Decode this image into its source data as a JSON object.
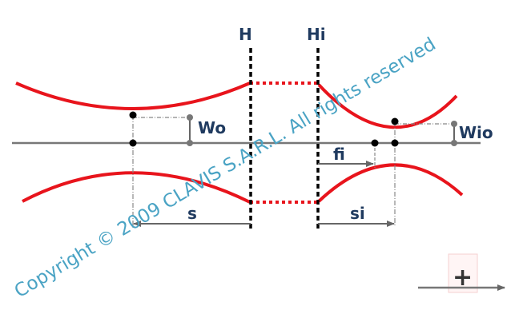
{
  "labels": {
    "H": "H",
    "Hi": "Hi",
    "Wo": "Wo",
    "Wio": "Wio",
    "fi": "fi",
    "s": "s",
    "si": "si",
    "plus": "+"
  },
  "watermark": "Copyright © 2009 CLAVIS S.A.R.L. All rights reserved",
  "colors": {
    "beam": "#e8141c",
    "axis": "#777777",
    "label": "#1f3a5f",
    "watermark": "#4aa3c4"
  }
}
